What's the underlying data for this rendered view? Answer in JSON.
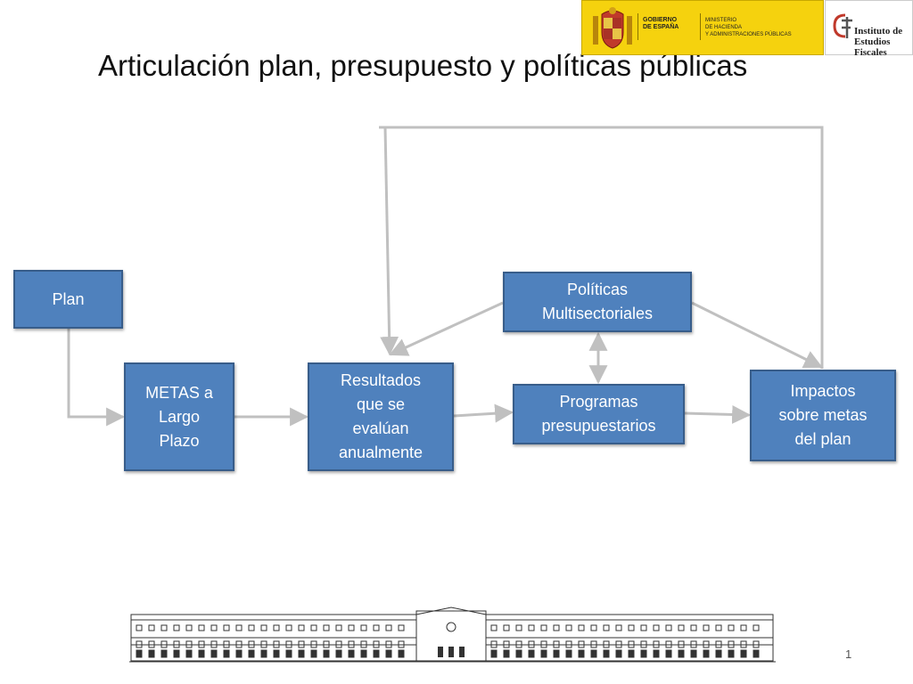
{
  "title": "Articulación plan, presupuesto y políticas públicas",
  "header": {
    "gobierno": "GOBIERNO\nDE ESPAÑA",
    "ministerio": "MINISTERIO\nDE HACIENDA\nY ADMINISTRACIONES PÚBLICAS",
    "instituto": "Instituto de\nEstudios Fiscales"
  },
  "nodes": {
    "plan": "Plan",
    "metas": "METAS a\nLargo\nPlazo",
    "resultados": "Resultados\nque se\nevalúan\nanualmente",
    "politicas": "Políticas\nMultisectoriales",
    "programas": "Programas\npresupuestarios",
    "impactos": "Impactos\nsobre metas\ndel plan"
  },
  "colors": {
    "box_fill": "#4f81bd",
    "box_border": "#385d8a",
    "connector": "#c0c0c0",
    "banner": "#f5d20e"
  },
  "page_number": "1"
}
